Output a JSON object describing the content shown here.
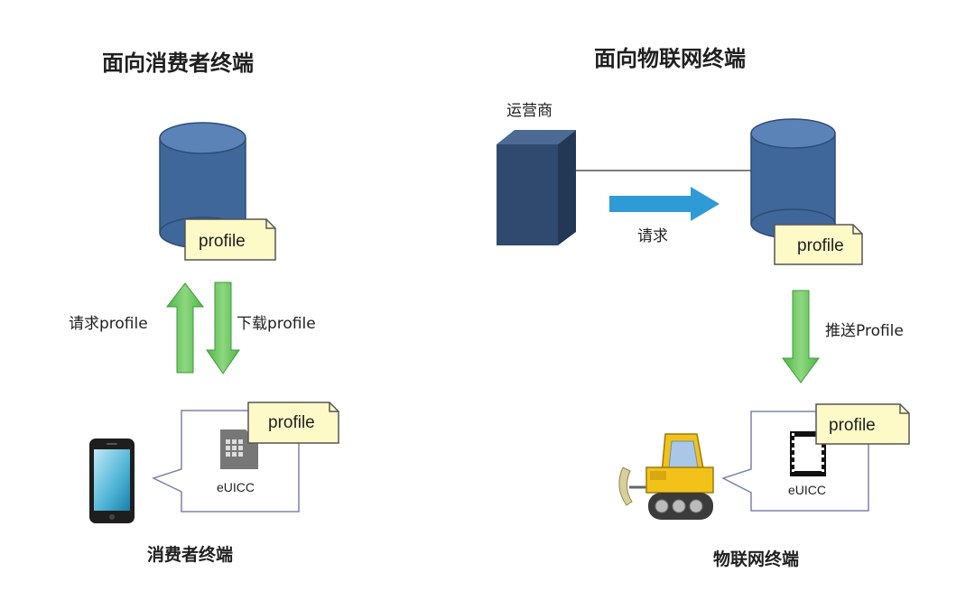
{
  "left": {
    "title": "面向消费者终端",
    "cloud_note": "profile",
    "request_label": "请求profile",
    "download_label": "下载profile",
    "bubble_note": "profile",
    "chip_label": "eUICC",
    "device_label": "消费者终端"
  },
  "right": {
    "title": "面向物联网终端",
    "operator_label": "运营商",
    "request_label": "请求",
    "cloud_note": "profile",
    "push_label": "推送Profile",
    "bubble_note": "profile",
    "chip_label": "eUICC",
    "device_label": "物联网终端"
  },
  "colors": {
    "database": "#3f679a",
    "database_top": "#5b83b8",
    "note_fill": "#fdfac8",
    "green_arrow": "#62c155",
    "blue_arrow": "#2e9bd6",
    "operator_box": "#2f4a6e",
    "bulldozer": "#f3c21a"
  }
}
